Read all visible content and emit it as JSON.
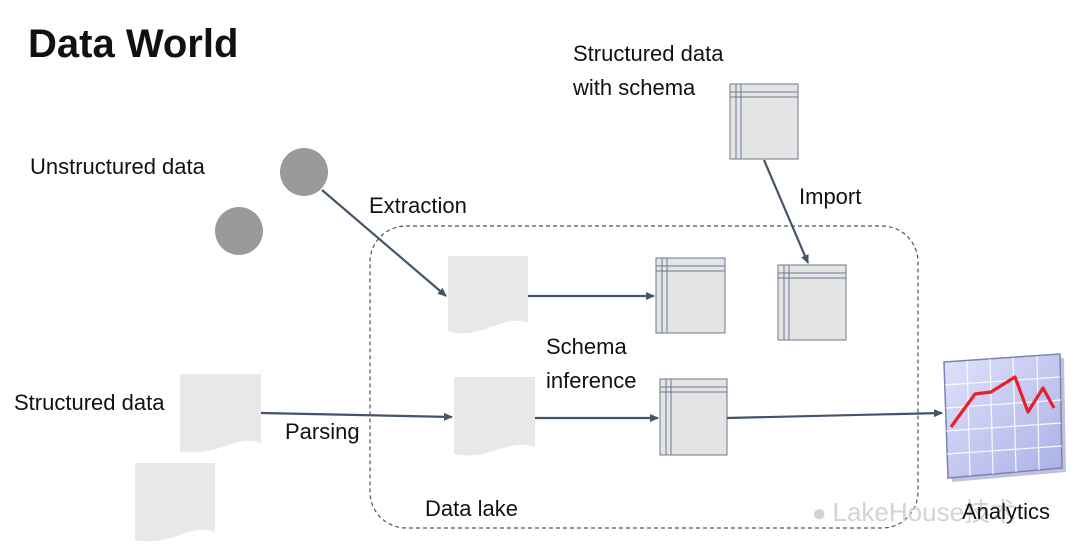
{
  "title": "Data World",
  "labels": {
    "structured_with_schema_line1": "Structured data",
    "structured_with_schema_line2": "with schema",
    "unstructured": "Unstructured data",
    "extraction": "Extraction",
    "import": "Import",
    "schema_inference_line1": "Schema",
    "schema_inference_line2": "inference",
    "structured": "Structured data",
    "parsing": "Parsing",
    "data_lake": "Data lake",
    "analytics": "Analytics"
  },
  "watermark": "LakeHouse技术",
  "colors": {
    "arrow": "#44546a",
    "doc_fill": "#e8e8e8",
    "table_fill": "#e4e4e4",
    "table_line": "#6b7a90",
    "circle_fill": "#9a9a9a",
    "chart_line": "#e8202a",
    "chart_bg": "#c8ccf0"
  }
}
